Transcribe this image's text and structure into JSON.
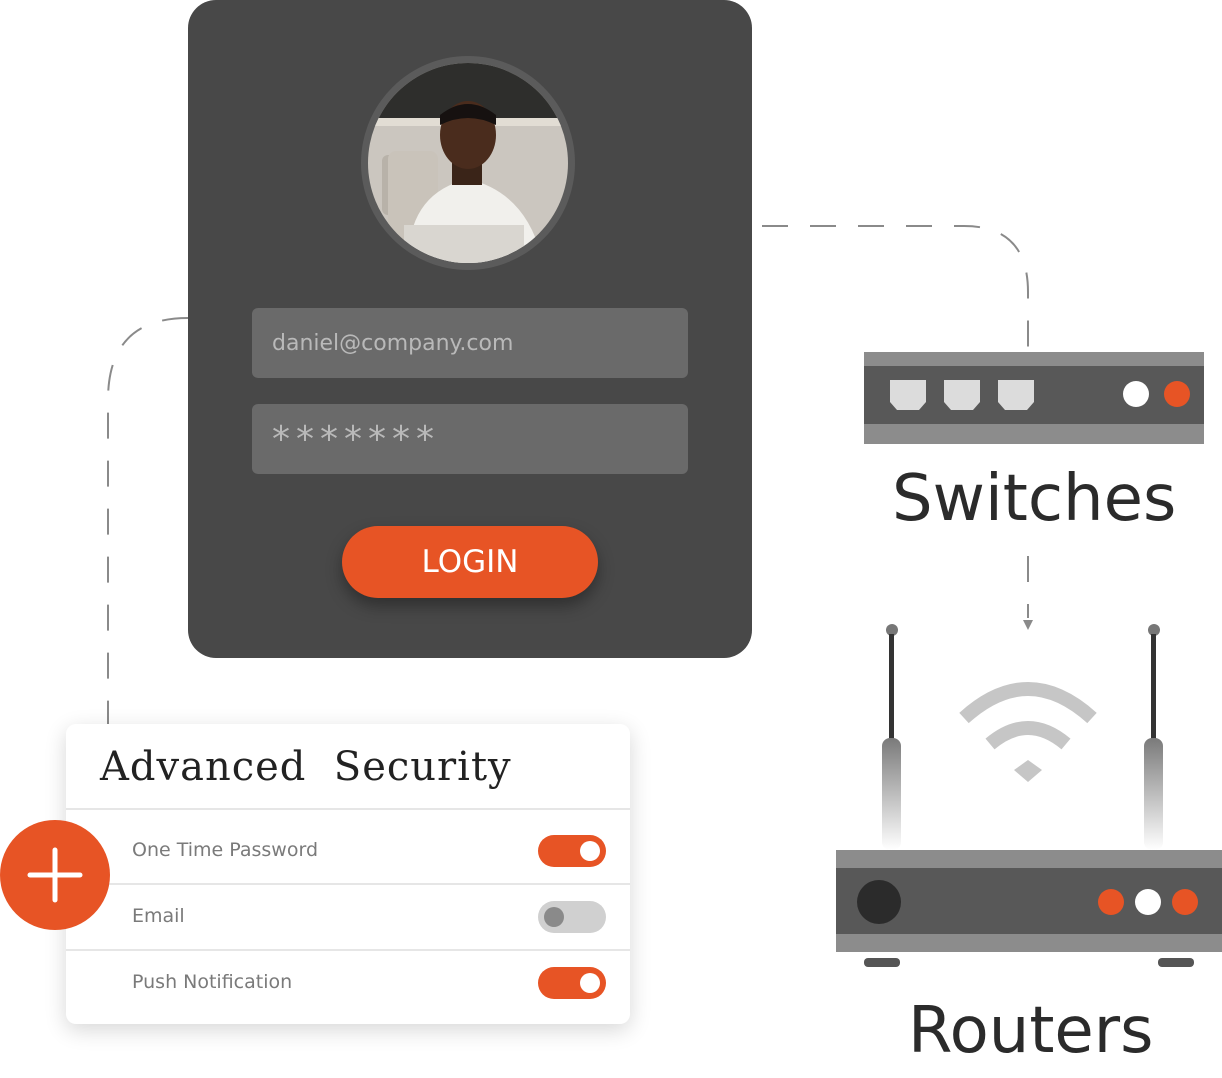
{
  "login_card": {
    "email_value": "daniel@company.com",
    "password_mask": "*******",
    "login_label": "LOGIN"
  },
  "security_panel": {
    "title": "Advanced  Security",
    "options": [
      {
        "label": "One Time Password",
        "enabled": true
      },
      {
        "label": "Email",
        "enabled": false
      },
      {
        "label": "Push Notification",
        "enabled": true
      }
    ]
  },
  "add_button": {
    "icon": "plus-icon"
  },
  "devices": {
    "switches_label": "Switches",
    "routers_label": "Routers",
    "switch_status_lights": [
      "#ffffff",
      "#e75425"
    ],
    "router_status_lights": [
      "#e75425",
      "#ffffff",
      "#e75425"
    ],
    "wifi_icon": "wifi-icon"
  },
  "colors": {
    "accent": "#e75425",
    "card": "#484848",
    "device_dark": "#585858",
    "device_light": "#8c8c8c"
  }
}
